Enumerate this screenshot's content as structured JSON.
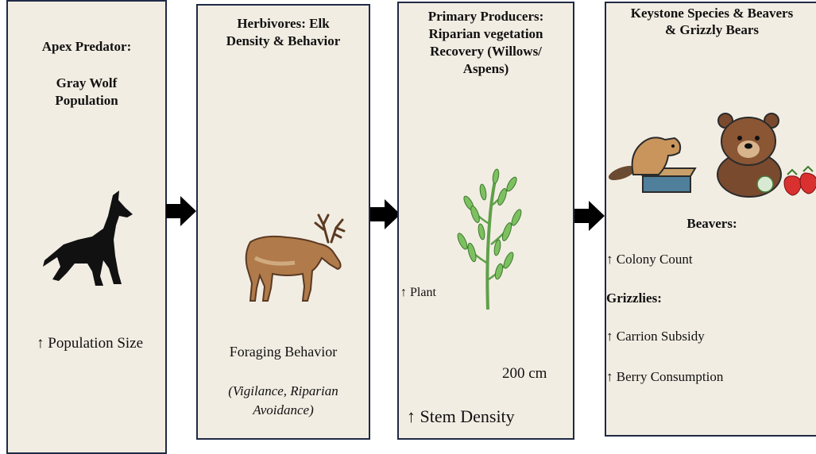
{
  "panels": [
    {
      "title": "Apex Predator:",
      "subtitle": "Gray Wolf\nPopulation",
      "stat": "↑ Population Size"
    },
    {
      "title": "Herbivores:  Elk\nDensity & Behavior",
      "stat": "Foraging Behavior",
      "note": "(Vigilance, Riparian\nAvoidance)"
    },
    {
      "title": "Primary Producers:\nRiparian vegetation\nRecovery (Willows/\nAspens)",
      "plant_label": "↑ Plant ",
      "height_label": "200 cm",
      "stat": "↑ Stem Density"
    },
    {
      "title": "Keystone Species & Beavers\n& Grizzly Bears",
      "beavers_heading": "Beavers:",
      "beavers_stat": "↑ Colony Count",
      "grizzlies_heading": "Grizzlies:",
      "grizzlies_stat_1": "↑ Carrion Subsidy",
      "grizzlies_stat_2": "↑ Berry Consumption"
    }
  ],
  "icons": [
    "wolf-icon",
    "elk-icon",
    "willow-icon",
    "beaver-icon",
    "bear-icon",
    "strawberry-icon",
    "flow-arrow-icon"
  ],
  "colors": {
    "panel_bg": "#f2ede3",
    "border": "#1f2a44",
    "arrow": "#000000"
  }
}
